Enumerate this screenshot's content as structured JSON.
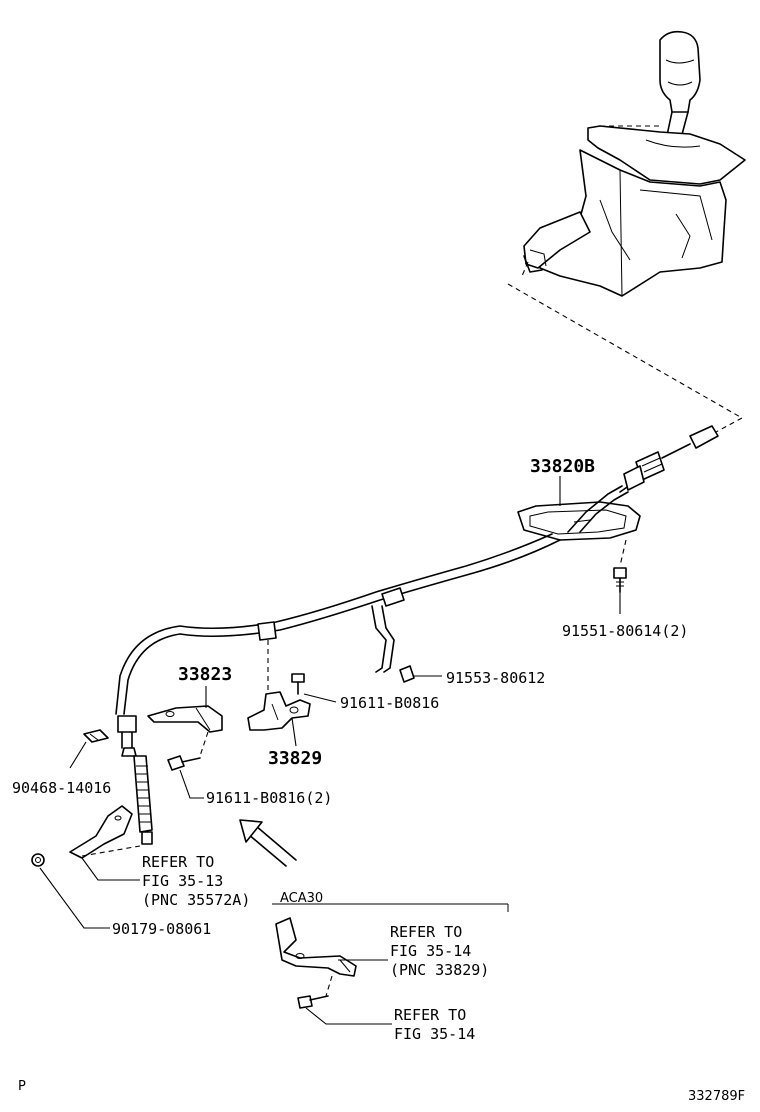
{
  "labels": {
    "p33820B": "33820B",
    "p91551": "91551-80614(2)",
    "p91553": "91553-80612",
    "p91611a": "91611-B0816",
    "p33823": "33823",
    "p33829": "33829",
    "p90468": "90468-14016",
    "p91611b": "91611-B0816(2)",
    "p90179": "90179-08061"
  },
  "refers": {
    "r1": [
      "REFER TO",
      "FIG 35-13",
      "(PNC 35572A)"
    ],
    "r2": [
      "REFER TO",
      "FIG 35-14",
      "(PNC 33829)"
    ],
    "r3": [
      "REFER TO",
      "FIG 35-14"
    ]
  },
  "variant": "ACA30",
  "corner_left": "P",
  "corner_right": "332789F"
}
